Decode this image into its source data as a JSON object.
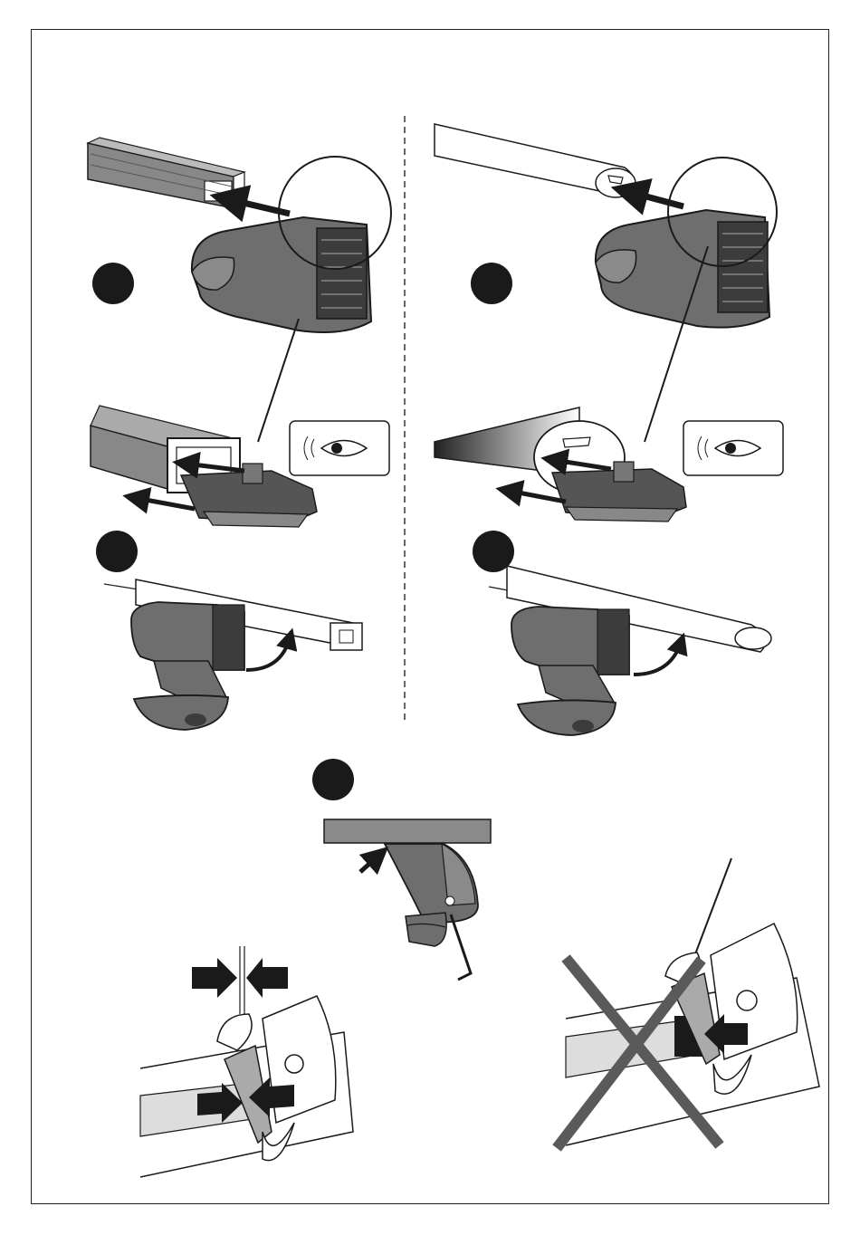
{
  "steps": [
    {
      "id": "step-1-left",
      "number": ""
    },
    {
      "id": "step-1-right",
      "number": ""
    },
    {
      "id": "step-2-left",
      "number": ""
    },
    {
      "id": "step-2-right",
      "number": ""
    },
    {
      "id": "step-3",
      "number": ""
    }
  ],
  "colors": {
    "ink": "#1a1a1a",
    "foot_gray": "#6e6e6e",
    "foot_dark": "#3c3c3c",
    "bar_gray": "#8a8a8a",
    "cross": "#5a5a5a"
  },
  "icons": [
    "eye-icon",
    "arrow-icon",
    "cross-out-icon",
    "allen-key-icon"
  ]
}
